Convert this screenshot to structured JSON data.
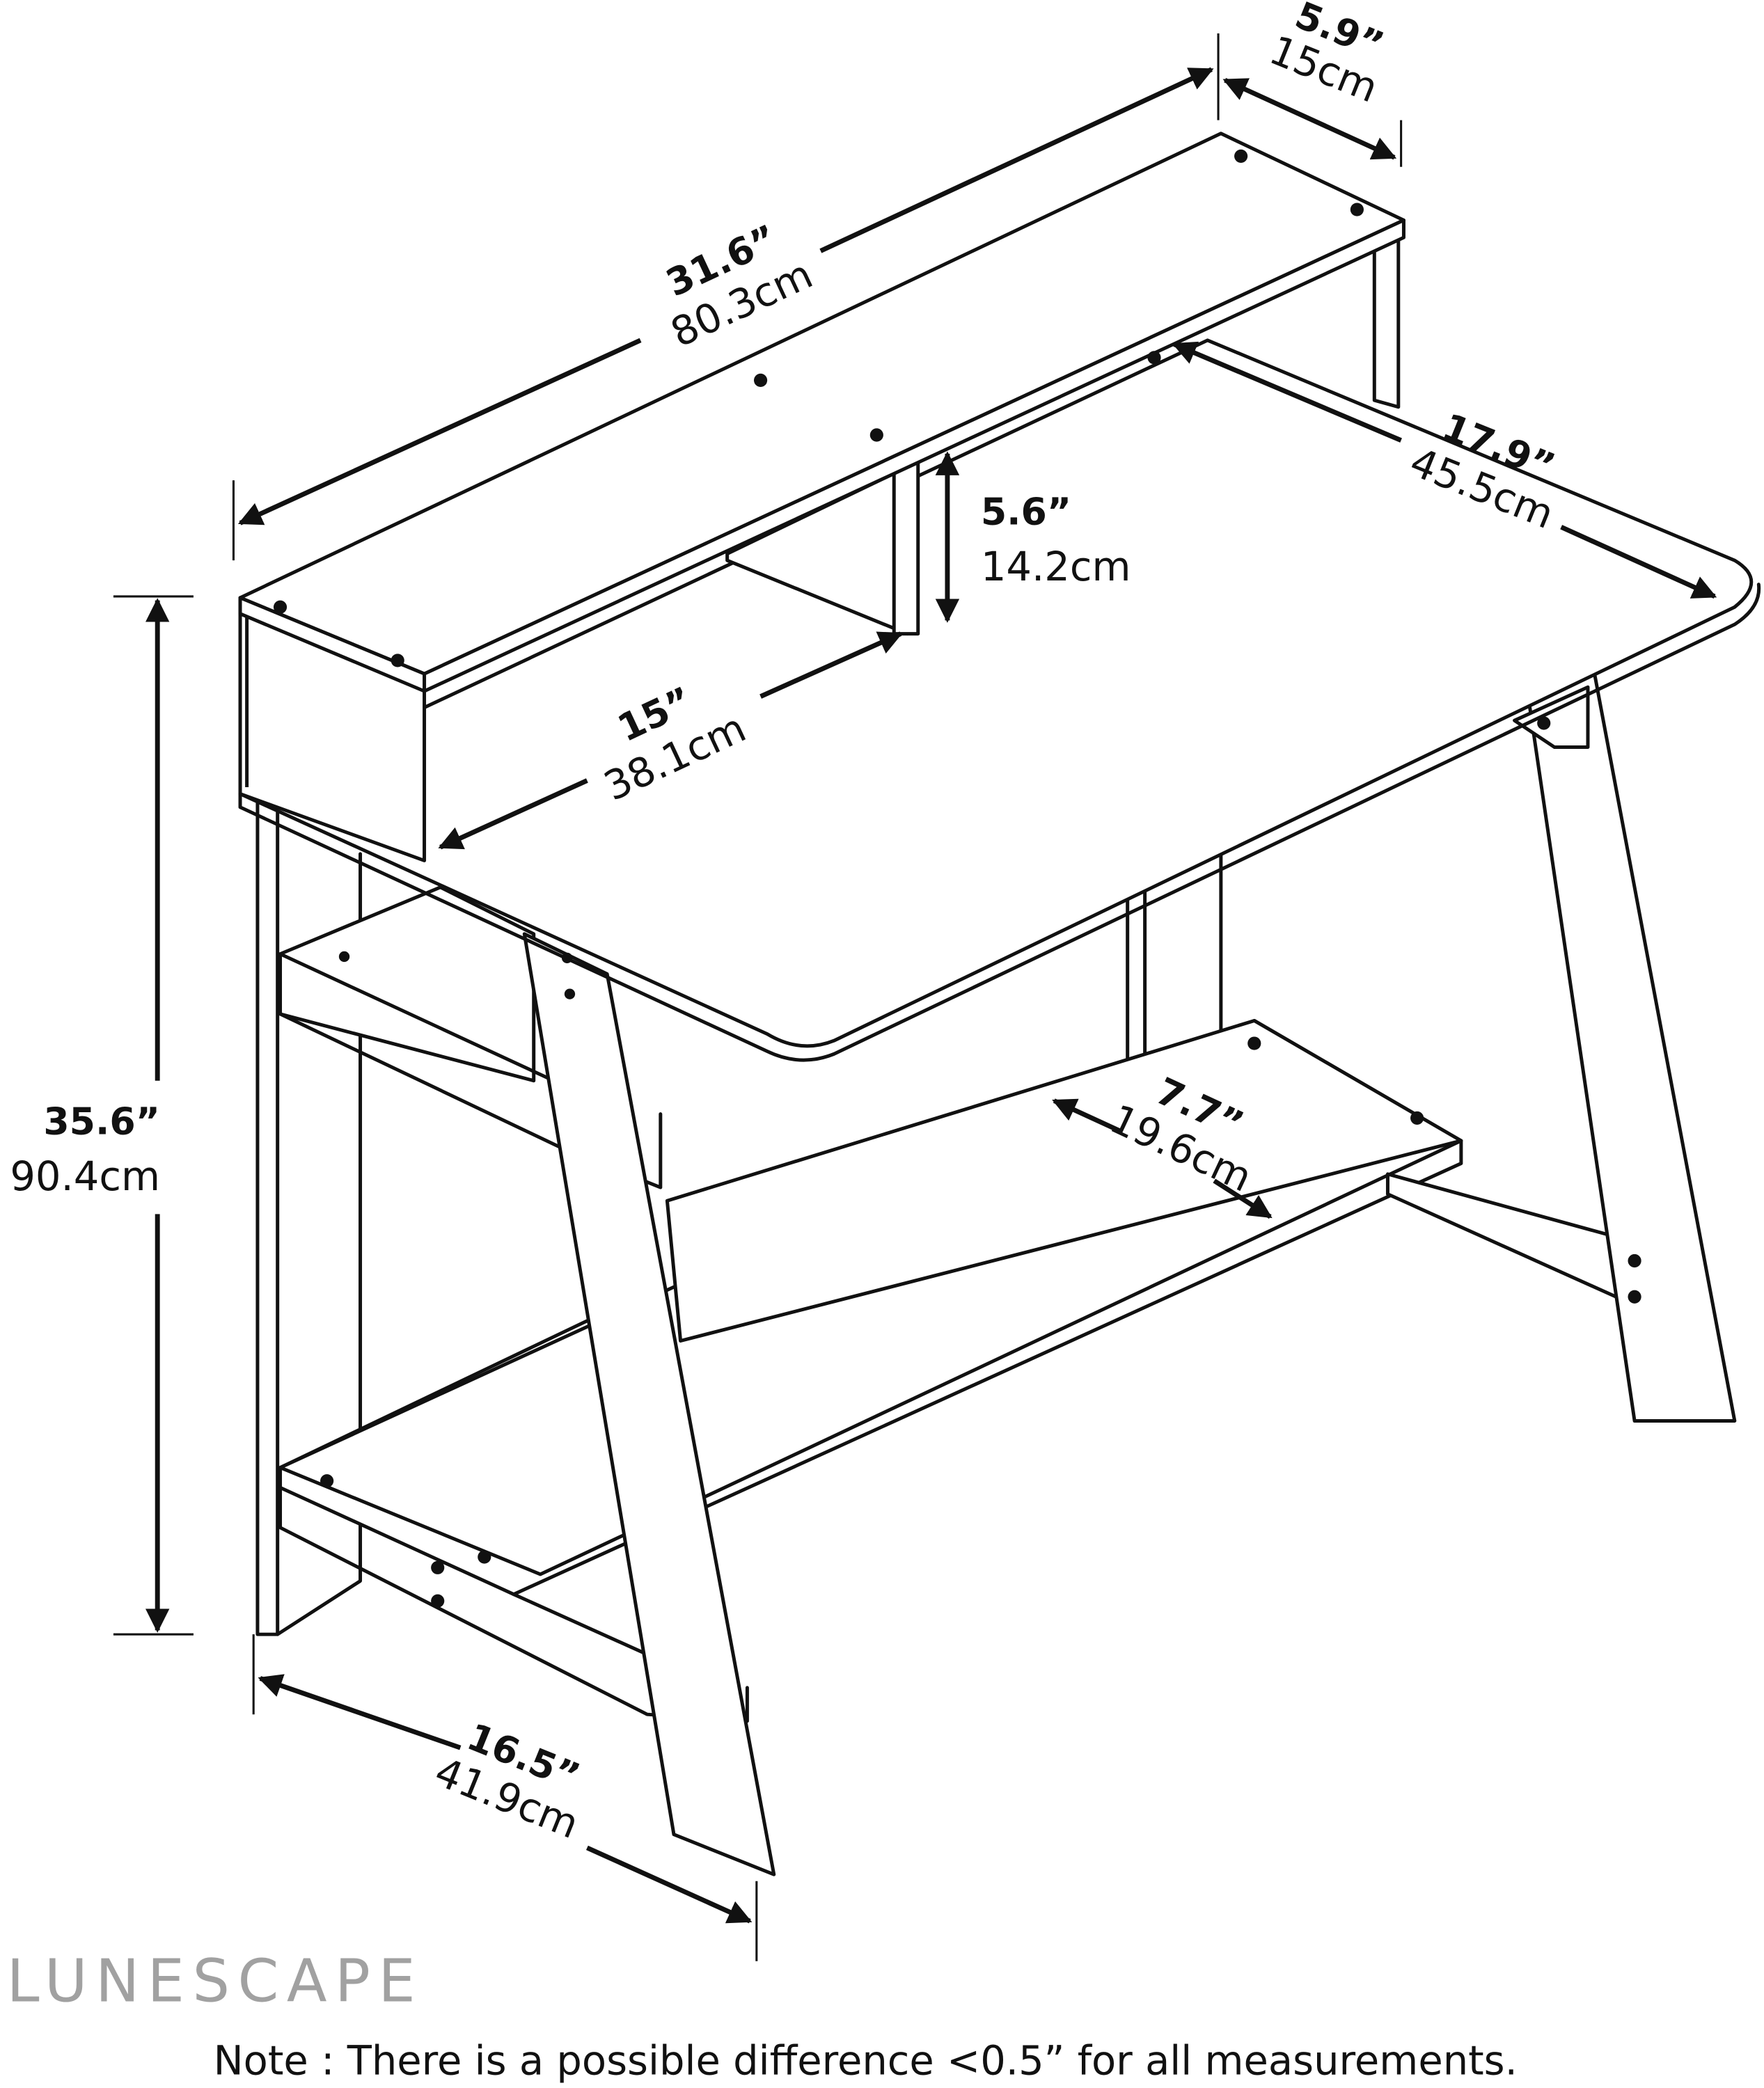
{
  "dimensions": {
    "hutch_width": {
      "in": "31.6”",
      "cm": "80.3cm"
    },
    "hutch_depth": {
      "in": "5.9”",
      "cm": "15cm"
    },
    "desk_depth": {
      "in": "17.9”",
      "cm": "45.5cm"
    },
    "hutch_height": {
      "in": "5.6”",
      "cm": "14.2cm"
    },
    "hutch_compartment": {
      "in": "15”",
      "cm": "38.1cm"
    },
    "total_height": {
      "in": "35.6”",
      "cm": "90.4cm"
    },
    "shelf_depth": {
      "in": "7.7”",
      "cm": "19.6cm"
    },
    "base_depth": {
      "in": "16.5”",
      "cm": "41.9cm"
    }
  },
  "note": "Note : There is a possible difference <0.5” for all measurements.",
  "watermark": "LUNESCAPE"
}
